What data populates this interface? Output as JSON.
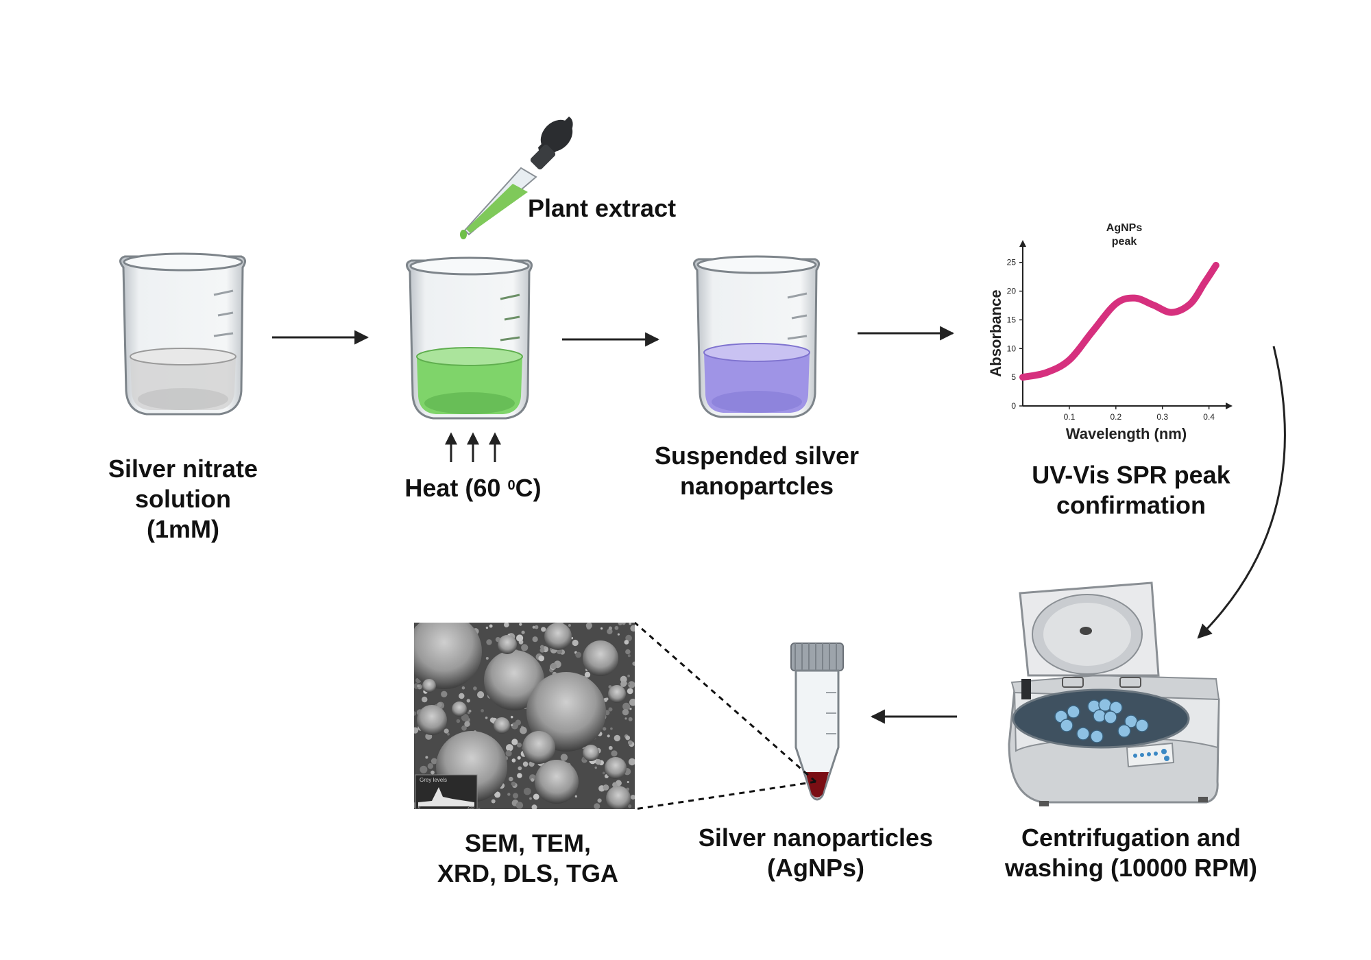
{
  "labels": {
    "silver_nitrate": [
      "Silver nitrate",
      "solution",
      "(1mM)"
    ],
    "plant_extract": "Plant extract",
    "heat_prefix": "Heat (60 ",
    "heat_sup": "0",
    "heat_suffix": "C)",
    "suspended": [
      "Suspended silver",
      "nanopartcles"
    ],
    "uvvis": [
      "UV-Vis SPR peak",
      "confirmation"
    ],
    "centrifugation": [
      "Centrifugation and",
      "washing (10000 RPM)"
    ],
    "agnps": [
      "Silver nanoparticles",
      "(AgNPs)"
    ],
    "characterization": [
      "SEM, TEM,",
      "XRD, DLS, TGA"
    ]
  },
  "sem_inset": {
    "label": "Grey levels",
    "tick_left": "0",
    "tick_right": "255"
  },
  "colors": {
    "silver_nitrate_liquid": "#d4d4d4",
    "plant_extract_liquid": "#7fd46a",
    "nanoparticle_liquid": "#9f94e6",
    "spr_curve": "#d6307e",
    "pellet": "#7a0e14"
  },
  "chart_data": {
    "type": "line",
    "title": "AgNPs peak",
    "xlabel": "Wavelength (nm)",
    "ylabel": "Absorbance",
    "xticks": [
      "0.1",
      "0.2",
      "0.3",
      "0.4"
    ],
    "yticks": [
      "0",
      "5",
      "10",
      "15",
      "20",
      "25"
    ],
    "xlim": [
      0,
      0.43
    ],
    "ylim": [
      0,
      27
    ],
    "grid": false,
    "series": [
      {
        "x": [
          0.0,
          0.05,
          0.1,
          0.15,
          0.2,
          0.24,
          0.28,
          0.32,
          0.36,
          0.39,
          0.415
        ],
        "y": [
          5.0,
          5.8,
          8.0,
          13.0,
          17.8,
          18.8,
          17.6,
          16.3,
          17.8,
          21.4,
          24.5
        ]
      }
    ]
  }
}
